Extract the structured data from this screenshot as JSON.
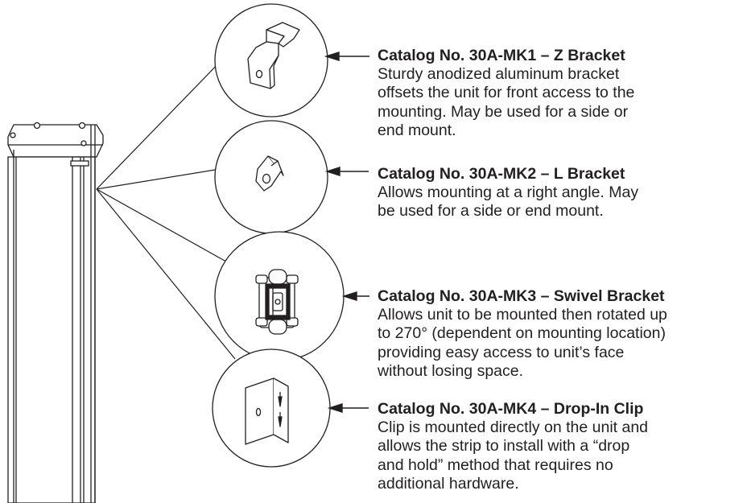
{
  "items": [
    {
      "title": "Catalog No. 30A-MK1 – Z Bracket",
      "lines": [
        "Sturdy anodized aluminum bracket",
        "offsets the unit for front access to the",
        "mounting. May be used for a side or",
        "end mount."
      ]
    },
    {
      "title": "Catalog No. 30A-MK2 – L Bracket",
      "lines": [
        "Allows mounting at a right angle. May",
        "be used for a side or end mount."
      ]
    },
    {
      "title": "Catalog No. 30A-MK3 – Swivel Bracket",
      "lines": [
        "Allows unit to be mounted then rotated up",
        "to 270° (dependent on mounting location)",
        "providing easy access to unit’s face",
        "without losing space."
      ]
    },
    {
      "title": "Catalog No. 30A-MK4 – Drop-In Clip",
      "lines": [
        "Clip is mounted directly on the unit and",
        "allows the strip to install with a “drop",
        "and hold” method that requires no",
        "additional hardware."
      ]
    }
  ]
}
